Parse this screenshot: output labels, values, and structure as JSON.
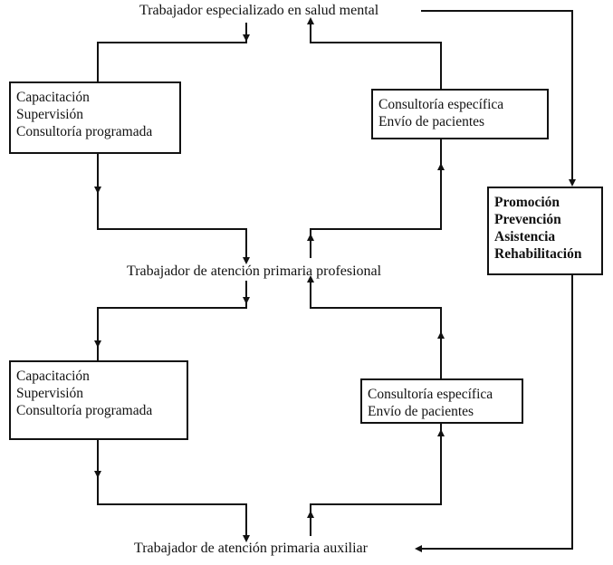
{
  "levels": {
    "top": "Trabajador especializado en salud mental",
    "middle": "Trabajador de atención primaria profesional",
    "bottom": "Trabajador de atención primaria auxiliar"
  },
  "boxes": {
    "upper_left": [
      "Capacitación",
      "Supervisión",
      "Consultoría programada"
    ],
    "upper_right": [
      "Consultoría específica",
      "Envío de pacientes"
    ],
    "lower_left": [
      "Capacitación",
      "Supervisión",
      "Consultoría programada"
    ],
    "lower_right": [
      "Consultoría específica",
      "Envío de pacientes"
    ],
    "side": [
      "Promoción",
      "Prevención",
      "Asistencia",
      "Rehabilitación"
    ]
  },
  "colors": {
    "ink": "#111111",
    "background": "#ffffff"
  }
}
